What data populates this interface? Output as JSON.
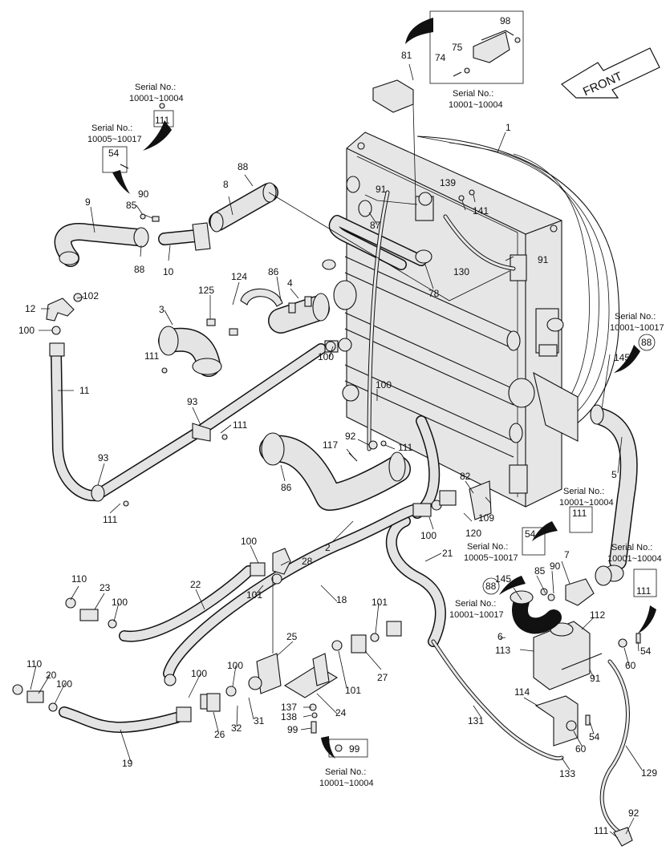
{
  "direction_label": "FRONT",
  "part_labels": {
    "p98": "98",
    "p75": "75",
    "p74": "74",
    "p81": "81",
    "p1": "1",
    "p111a": "111",
    "p111b": "111",
    "p54a": "54",
    "p9": "9",
    "p90a": "90",
    "p85a": "85",
    "p88a": "88",
    "p8": "8",
    "p10": "10",
    "p88b": "88",
    "p91a": "91",
    "p139": "139",
    "p141": "141",
    "p87": "87",
    "p130": "130",
    "p91b": "91",
    "p78": "78",
    "p124": "124",
    "p86a": "86",
    "p4": "4",
    "p125": "125",
    "p3": "3",
    "p12": "12",
    "p102": "102",
    "p100a": "100",
    "p111c": "111",
    "p11": "11",
    "p100b": "100",
    "p100c": "100",
    "p145a": "145",
    "p93a": "93",
    "p111d": "111",
    "p92a": "92",
    "p111e": "111",
    "p117": "117",
    "p93b": "93",
    "p86b": "86",
    "p111f": "111",
    "p82": "82",
    "p5": "5",
    "p109": "109",
    "p120": "120",
    "p100d": "100",
    "p2": "2",
    "p21": "21",
    "p111g": "111",
    "p54b": "54",
    "p7": "7",
    "p90b": "90",
    "p85b": "85",
    "p145b": "145",
    "p88c": "88",
    "p111h": "111",
    "p100e": "100",
    "p28": "28",
    "p101a": "101",
    "p110a": "110",
    "p23": "23",
    "p22": "22",
    "p100f": "100",
    "p18": "18",
    "p101b": "101",
    "p25": "25",
    "p6": "6",
    "p112": "112",
    "p113": "113",
    "p54c": "54",
    "p60a": "60",
    "p91c": "91",
    "p27": "27",
    "p101c": "101",
    "p110b": "110",
    "p20": "20",
    "p100g": "100",
    "p100h": "100",
    "p100i": "100",
    "p137": "137",
    "p138": "138",
    "p99a": "99",
    "p24": "24",
    "p31": "31",
    "p32": "32",
    "p26": "26",
    "p19": "19",
    "p131": "131",
    "p114": "114",
    "p54d": "54",
    "p60b": "60",
    "p133": "133",
    "p129": "129",
    "p99b": "99",
    "p92b": "92",
    "p111i": "111",
    "p88d": "88"
  },
  "serial_notes": {
    "s1_title": "Serial No.:",
    "s1_range": "10001~10004",
    "s2_title": "Serial No.:",
    "s2_range": "10001~10004",
    "s3_title": "Serial No.:",
    "s3_range": "10005~10017",
    "s4_title": "Serial No.:",
    "s4_range": "10001~10017",
    "s5_title": "Serial No.:",
    "s5_range": "10001~10004",
    "s6_title": "Serial No.:",
    "s6_range": "10005~10017",
    "s7_title": "Serial No.:",
    "s7_range": "10001~10004",
    "s8_title": "Serial No.:",
    "s8_range": "10001~10017",
    "s9_title": "Serial No.:",
    "s9_range": "10001~10004"
  }
}
